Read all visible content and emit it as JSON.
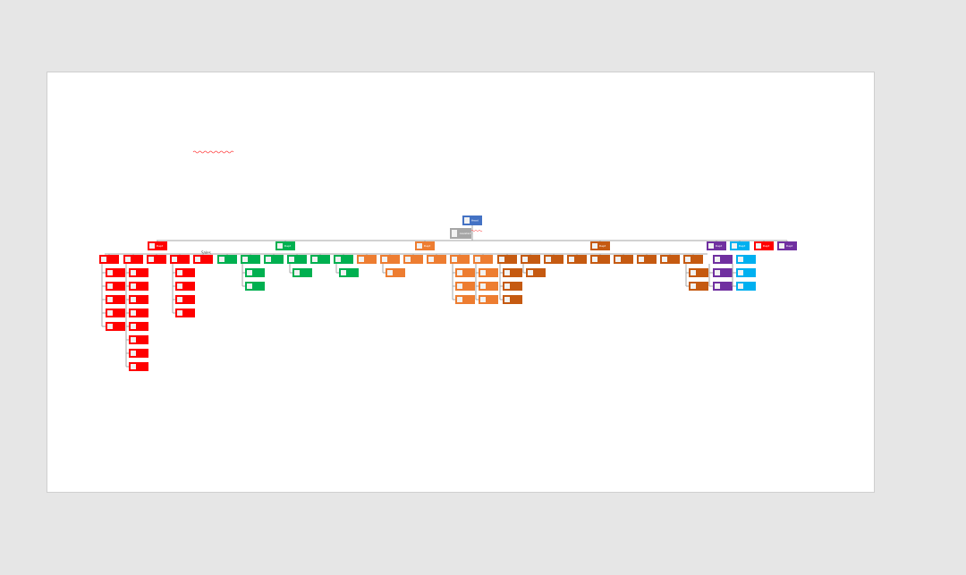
{
  "document": {
    "org_chart": {
      "root": {
        "label": "Head",
        "color": "#4472c4"
      },
      "assistant": {
        "label": "Assistant",
        "color": "#a6a6a6"
      },
      "column_header": {
        "label": "Sales"
      },
      "colors": {
        "red": "#ff0000",
        "green": "#00b050",
        "orange": "#ed7d31",
        "dark_orange": "#c55a11",
        "purple": "#7030a0",
        "cyan": "#00b0f0",
        "photo_placeholder": "#f2f2f2",
        "connector": "#a6a6a6"
      },
      "departments": [
        {
          "label": "Dept",
          "color": "red"
        },
        {
          "label": "Dept",
          "color": "green"
        },
        {
          "label": "Dept",
          "color": "orange"
        },
        {
          "label": "Dept",
          "color": "dark_orange"
        },
        {
          "label": "Dept",
          "color": "purple"
        },
        {
          "label": "Dept",
          "color": "cyan"
        },
        {
          "label": "Dept",
          "color": "red"
        },
        {
          "label": "Dept",
          "color": "purple"
        }
      ],
      "unit_count": 26
    }
  }
}
